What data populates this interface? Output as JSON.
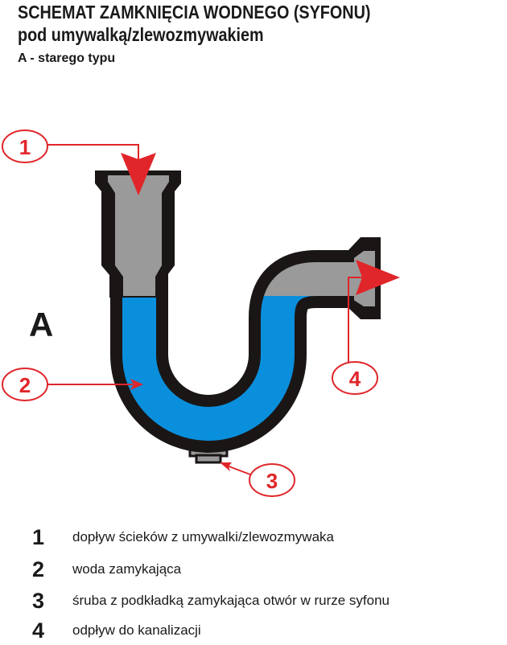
{
  "title": {
    "line1": "SCHEMAT ZAMKNIĘCIA WODNEGO  (SYFONU)",
    "line2": "pod umywalką/zlewozmywakiem",
    "line3": "A - starego typu"
  },
  "diagram": {
    "variant_label": "A",
    "callouts": [
      "1",
      "2",
      "3",
      "4"
    ],
    "colors": {
      "water": "#0a8fdc",
      "air": "#9a9a9a",
      "pipe": "#1b1616",
      "callout": "#e0262a"
    }
  },
  "legend": [
    {
      "num": "1",
      "text": "dopływ ścieków z umywalki/zlewozmywaka"
    },
    {
      "num": "2",
      "text": "woda zamykająca"
    },
    {
      "num": "3",
      "text": "śruba z podkładką zamykająca otwór w rurze syfonu"
    },
    {
      "num": "4",
      "text": "odpływ do kanalizacji"
    }
  ]
}
